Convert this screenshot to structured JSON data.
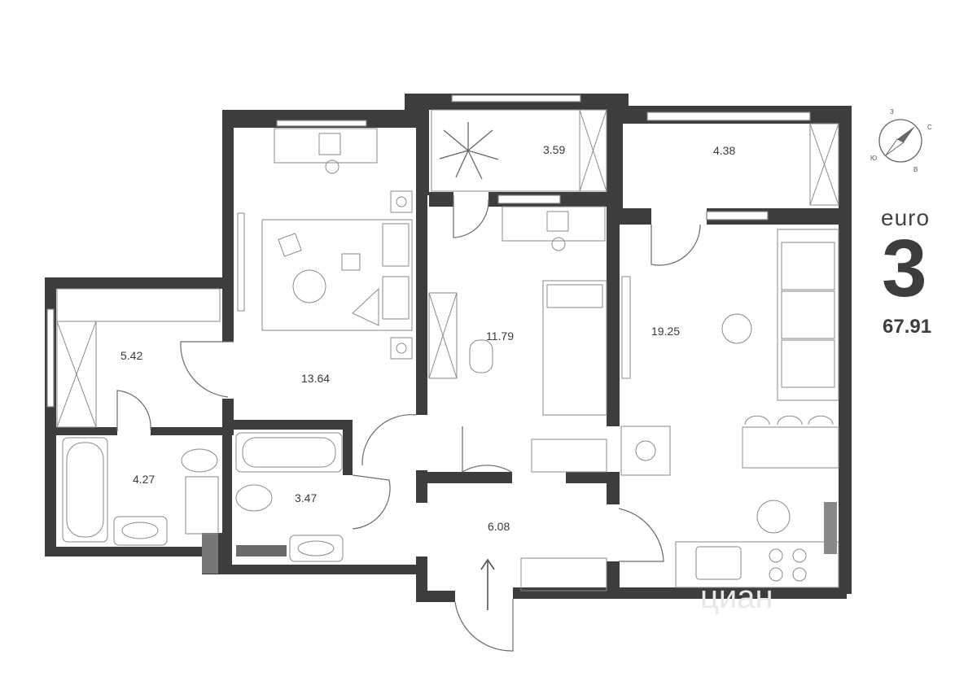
{
  "rooms": [
    {
      "id": "wardrobe",
      "area": "5.42"
    },
    {
      "id": "bathroom-left",
      "area": "4.27"
    },
    {
      "id": "bedroom",
      "area": "13.64"
    },
    {
      "id": "bathroom-center",
      "area": "3.47"
    },
    {
      "id": "balcony-left",
      "area": "3.59"
    },
    {
      "id": "children-room",
      "area": "11.79"
    },
    {
      "id": "hall",
      "area": "6.08"
    },
    {
      "id": "balcony-right",
      "area": "4.38"
    },
    {
      "id": "kitchen-living",
      "area": "19.25"
    }
  ],
  "badge": {
    "type": "euro",
    "rooms": "3",
    "area": "67.91"
  },
  "compass": {
    "n": "З",
    "e": "С",
    "s": "В",
    "w": "Ю"
  },
  "watermark": "циан",
  "colors": {
    "wall": "#3d3d3d",
    "line": "#7a7a7a",
    "fill": "#ffffff"
  }
}
